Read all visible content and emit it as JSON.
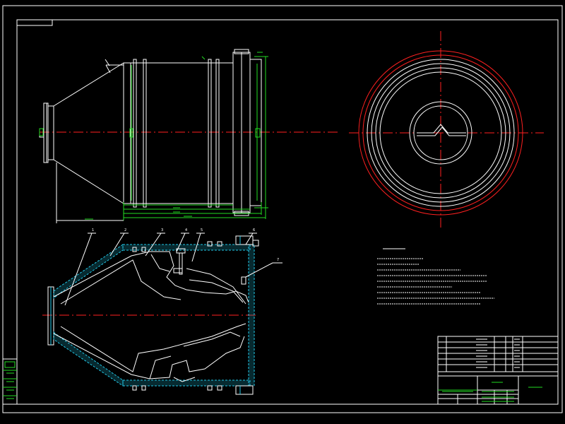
{
  "drawing": {
    "background": "#000000",
    "line_color": "#ffffff",
    "centerline_color": "#ff2020",
    "dimension_color": "#22dd22",
    "section_color": "#22c8e8"
  },
  "balloons": [
    "1",
    "2",
    "3",
    "4",
    "5",
    "6",
    "7"
  ]
}
